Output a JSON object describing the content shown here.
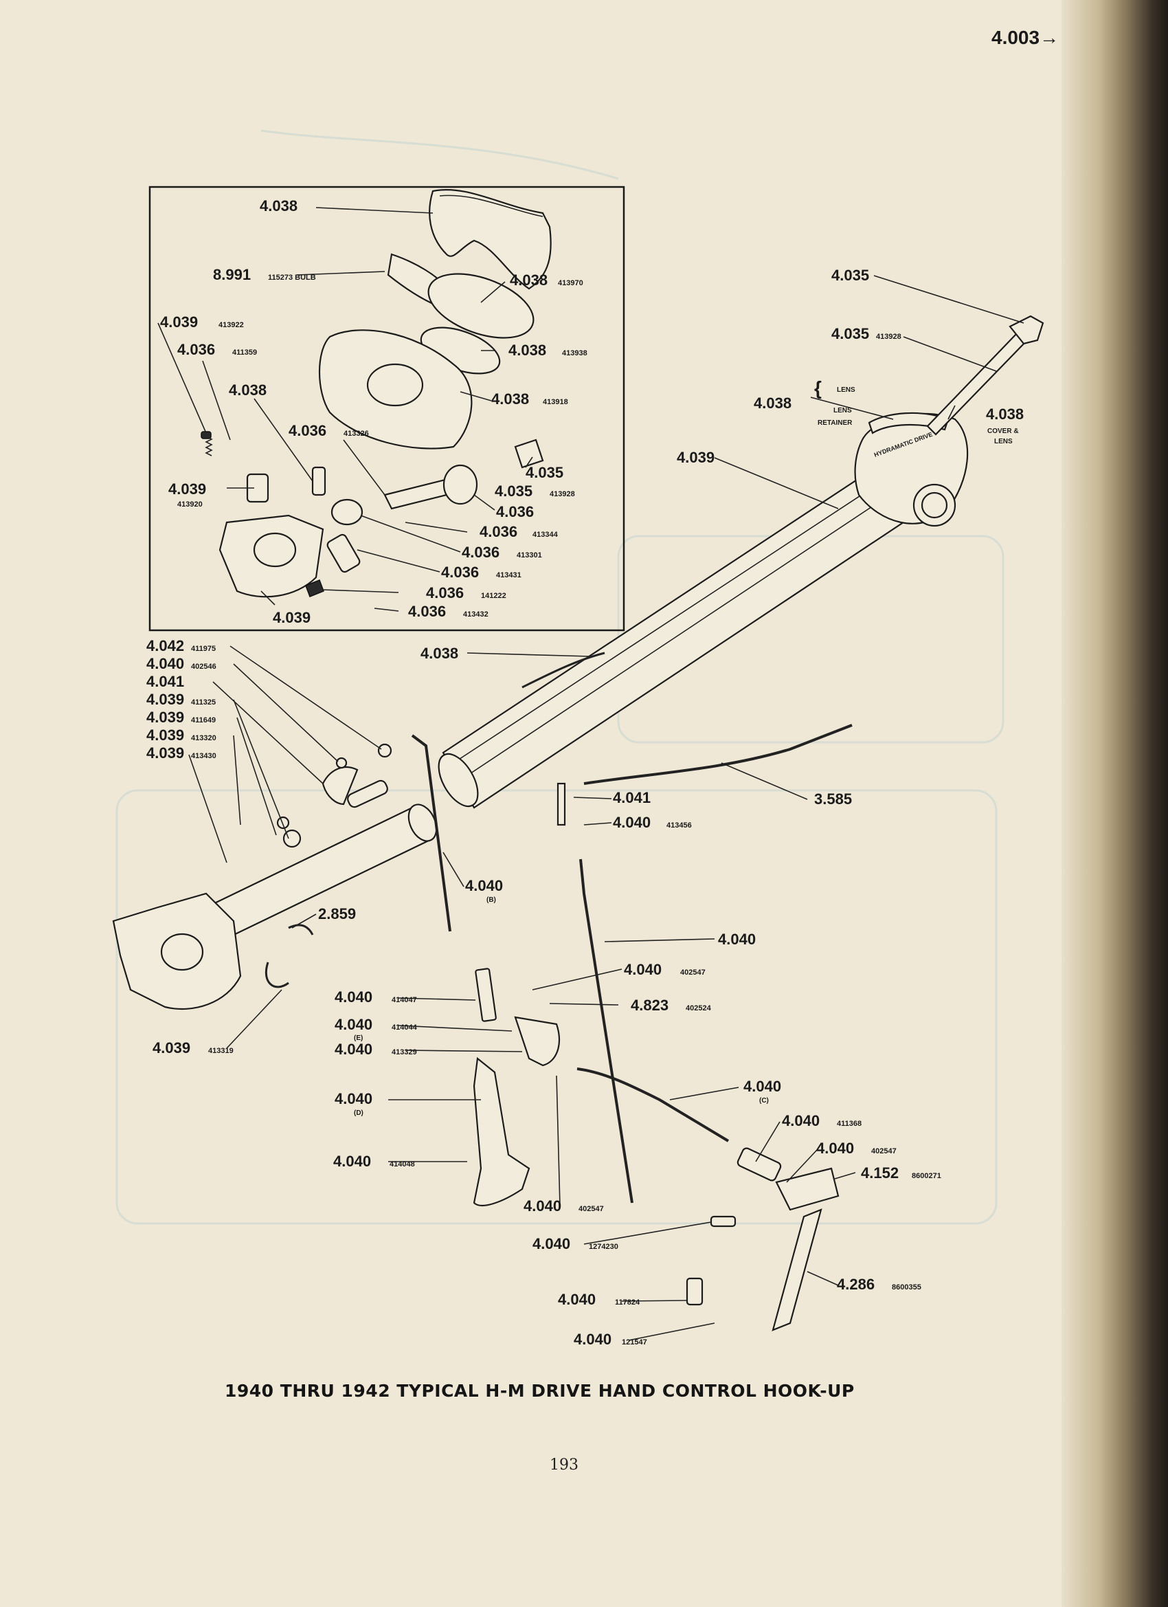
{
  "header": {
    "section_ref": "4.003→"
  },
  "footer": {
    "caption": "1940 THRU 1942 TYPICAL H-M DRIVE HAND CONTROL HOOK-UP",
    "page_number": "193"
  },
  "inset_labels": [
    {
      "num": "4.038",
      "sub": ""
    },
    {
      "num": "8.991",
      "sub": "115273 BULB"
    },
    {
      "num": "4.038",
      "sub": "413970"
    },
    {
      "num": "4.039",
      "sub": "413922"
    },
    {
      "num": "4.036",
      "sub": "411359"
    },
    {
      "num": "4.038",
      "sub": "413938"
    },
    {
      "num": "4.038",
      "sub": ""
    },
    {
      "num": "4.038",
      "sub": "413918"
    },
    {
      "num": "4.036",
      "sub": "413326"
    },
    {
      "num": "4.035",
      "sub": ""
    },
    {
      "num": "4.035",
      "sub": "413928"
    },
    {
      "num": "4.039",
      "sub": "413920"
    },
    {
      "num": "4.036",
      "sub": ""
    },
    {
      "num": "4.036",
      "sub": "413344"
    },
    {
      "num": "4.036",
      "sub": "413301"
    },
    {
      "num": "4.036",
      "sub": "413431"
    },
    {
      "num": "4.036",
      "sub": "141222"
    },
    {
      "num": "4.039",
      "sub": ""
    },
    {
      "num": "4.036",
      "sub": "413432"
    }
  ],
  "main_labels": [
    {
      "num": "4.035",
      "sub": ""
    },
    {
      "num": "4.035",
      "sub": "413928"
    },
    {
      "num": "4.038",
      "sub": ""
    },
    {
      "num": "4.038",
      "sub": "COVER &"
    },
    {
      "num": "",
      "sub": "LENS"
    },
    {
      "num": "4.039",
      "sub": ""
    },
    {
      "num": "4.038",
      "sub": ""
    },
    {
      "num": "4.042",
      "sub": "411975"
    },
    {
      "num": "4.040",
      "sub": "402546"
    },
    {
      "num": "4.041",
      "sub": ""
    },
    {
      "num": "4.039",
      "sub": "411325"
    },
    {
      "num": "4.039",
      "sub": "411649"
    },
    {
      "num": "4.039",
      "sub": "413320"
    },
    {
      "num": "4.039",
      "sub": "413430"
    },
    {
      "num": "4.041",
      "sub": ""
    },
    {
      "num": "3.585",
      "sub": ""
    },
    {
      "num": "4.040",
      "sub": "413456"
    },
    {
      "num": "4.040",
      "sub": "(B)"
    },
    {
      "num": "2.859",
      "sub": ""
    },
    {
      "num": "4.040",
      "sub": ""
    },
    {
      "num": "4.040",
      "sub": "402547"
    },
    {
      "num": "4.040",
      "sub": "414047"
    },
    {
      "num": "4.823",
      "sub": "402524"
    },
    {
      "num": "4.040",
      "sub": "414044"
    },
    {
      "num": "",
      "sub": "(E)"
    },
    {
      "num": "4.040",
      "sub": "413329"
    },
    {
      "num": "4.039",
      "sub": "413319"
    },
    {
      "num": "4.040",
      "sub": "(D)"
    },
    {
      "num": "4.040",
      "sub": "(C)"
    },
    {
      "num": "4.040",
      "sub": "411368"
    },
    {
      "num": "4.040",
      "sub": "402547"
    },
    {
      "num": "4.152",
      "sub": "8600271"
    },
    {
      "num": "4.040",
      "sub": "414048"
    },
    {
      "num": "4.040",
      "sub": "402547"
    },
    {
      "num": "4.040",
      "sub": "1274230"
    },
    {
      "num": "4.286",
      "sub": "8600355"
    },
    {
      "num": "4.040",
      "sub": "117824"
    },
    {
      "num": "4.040",
      "sub": "121547"
    }
  ],
  "lens_group": {
    "lens": "LENS",
    "lens_retainer_1": "LENS",
    "lens_retainer_2": "RETAINER",
    "dial_text": "HYDRAMATIC DRIVE"
  }
}
